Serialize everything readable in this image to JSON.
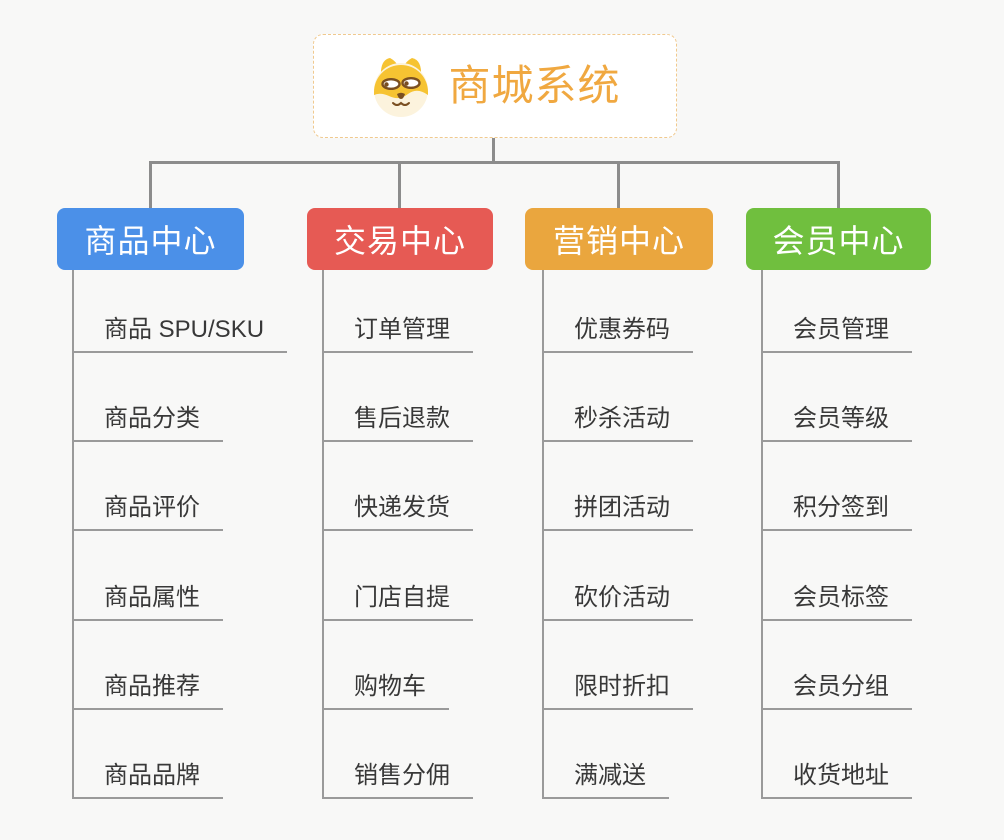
{
  "root": {
    "label": "商城系统",
    "icon": "dog-face-icon",
    "text_color": "#F0A840",
    "border_color": "#F0C98E"
  },
  "colors": {
    "background": "#F8F8F7",
    "connector": "#8C8C8C",
    "underline": "#9A9A9A",
    "item_text": "#383838"
  },
  "branches": [
    {
      "label": "商品中心",
      "color": "#4B90E8",
      "children": [
        "商品 SPU/SKU",
        "商品分类",
        "商品评价",
        "商品属性",
        "商品推荐",
        "商品品牌"
      ]
    },
    {
      "label": "交易中心",
      "color": "#E65A54",
      "children": [
        "订单管理",
        "售后退款",
        "快递发货",
        "门店自提",
        "购物车",
        "销售分佣"
      ]
    },
    {
      "label": "营销中心",
      "color": "#EAA63E",
      "children": [
        "优惠券码",
        "秒杀活动",
        "拼团活动",
        "砍价活动",
        "限时折扣",
        "满减送"
      ]
    },
    {
      "label": "会员中心",
      "color": "#70BF3E",
      "children": [
        "会员管理",
        "会员等级",
        "积分签到",
        "会员标签",
        "会员分组",
        "收货地址"
      ]
    }
  ]
}
